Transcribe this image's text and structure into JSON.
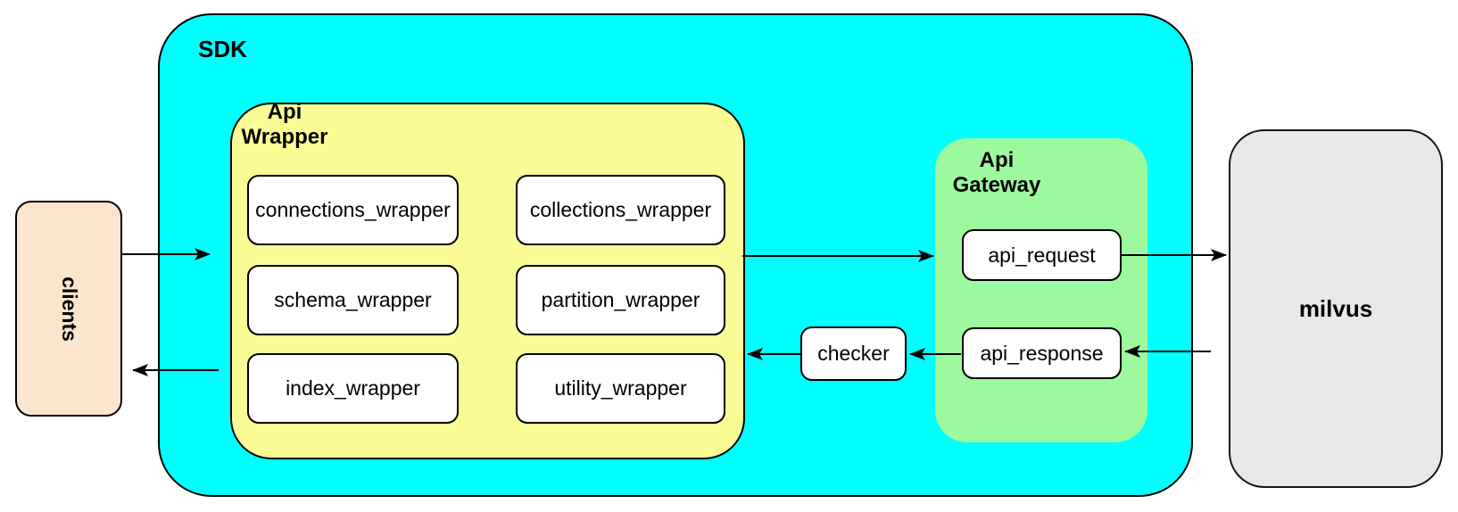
{
  "diagram": {
    "type": "architecture-flow",
    "colors": {
      "sdk_bg": "#00FFFF",
      "api_wrapper_bg": "#FBFB96",
      "api_gateway_bg": "#9DF99D",
      "clients_bg": "#FCE5CD",
      "milvus_bg": "#E8E8E8",
      "leaf_node_bg": "#FFFFFF",
      "border": "#000000"
    },
    "clients": {
      "label": "clients"
    },
    "sdk": {
      "label": "SDK",
      "api_wrapper": {
        "title": "Api\nWrapper",
        "items": [
          "connections_wrapper",
          "collections_wrapper",
          "schema_wrapper",
          "partition_wrapper",
          "index_wrapper",
          "utility_wrapper"
        ]
      },
      "checker": {
        "label": "checker"
      },
      "api_gateway": {
        "title": "Api\nGateway",
        "request": "api_request",
        "response": "api_response"
      }
    },
    "milvus": {
      "label": "milvus"
    },
    "edges": [
      {
        "from": "clients",
        "to": "api_wrapper"
      },
      {
        "from": "api_wrapper",
        "to": "api_request"
      },
      {
        "from": "api_request",
        "to": "milvus"
      },
      {
        "from": "milvus",
        "to": "api_response"
      },
      {
        "from": "api_response",
        "to": "checker"
      },
      {
        "from": "checker",
        "to": "api_wrapper"
      },
      {
        "from": "api_wrapper",
        "to": "clients"
      }
    ]
  }
}
